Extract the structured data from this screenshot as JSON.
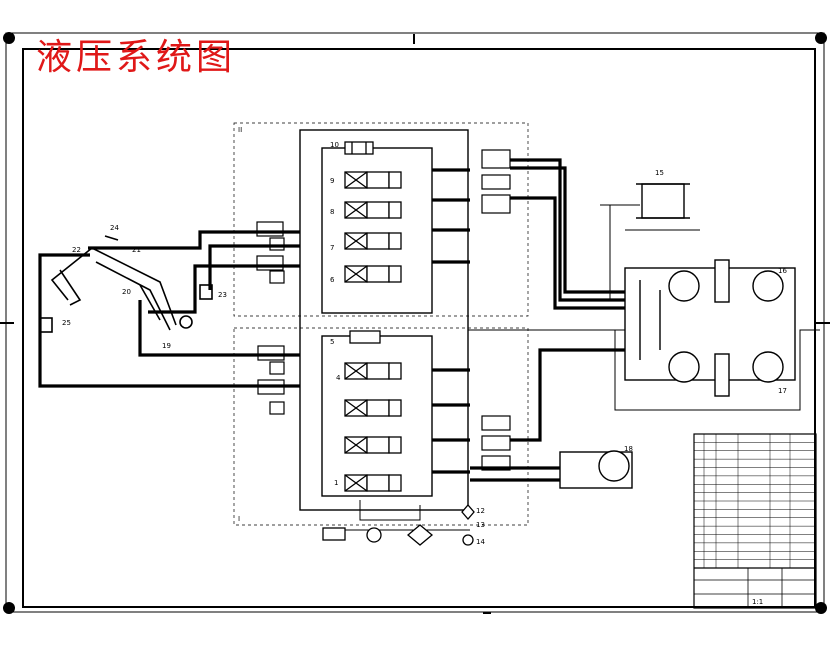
{
  "title": "液压系统图",
  "title_color": "#e01818",
  "line_color": "#000000",
  "groups": {
    "upper": "II",
    "lower": "I"
  },
  "components": [
    "1",
    "4",
    "5",
    "6",
    "7",
    "8",
    "9",
    "10",
    "12",
    "13",
    "14",
    "15",
    "16",
    "17",
    "18",
    "19",
    "20",
    "21",
    "22",
    "23",
    "24",
    "25"
  ],
  "title_block": {
    "rows": 16,
    "scale": "1:1"
  }
}
